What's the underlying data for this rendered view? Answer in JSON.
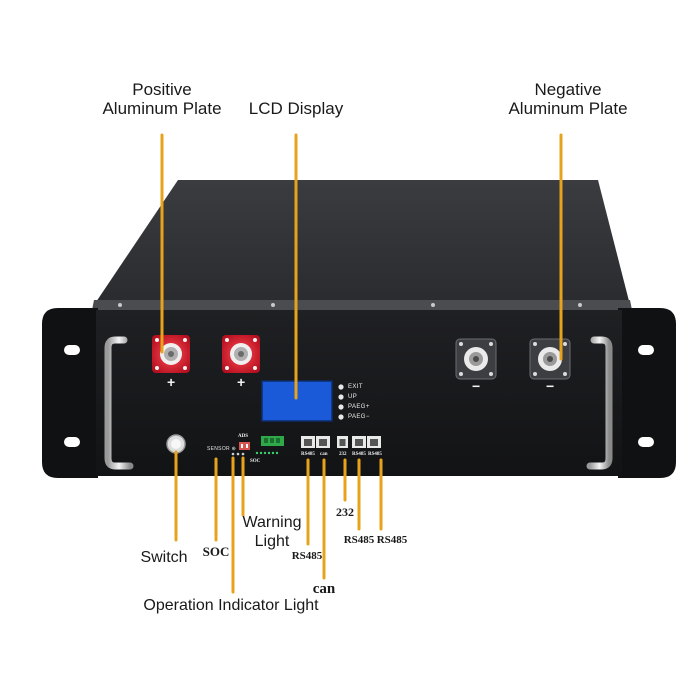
{
  "callouts": {
    "positive_plate_line1": "Positive",
    "positive_plate_line2": "Aluminum Plate",
    "lcd_display": "LCD Display",
    "negative_plate_line1": "Negative",
    "negative_plate_line2": "Aluminum Plate",
    "switch": "Switch",
    "soc": "SOC",
    "warning_light_line1": "Warning",
    "warning_light_line2": "Light",
    "operation_indicator_light": "Operation Indicator Light",
    "rs485_first": "RS485",
    "can": "can",
    "port_232": "232",
    "rs485_second": "RS485",
    "rs485_third": "RS485"
  },
  "panel_labels": {
    "ads": "ADS",
    "soc_small": "SOC",
    "switch_code": "SENSOR  ⊕",
    "port_rs485_a": "RS485",
    "port_can": "can",
    "port_232": "232",
    "port_rs485_b": "RS485",
    "port_rs485_c": "RS485",
    "positive_sign_1": "+",
    "positive_sign_2": "+",
    "negative_sign_1": "−",
    "negative_sign_2": "−"
  },
  "lcd_buttons": [
    "EXIT",
    "UP",
    "PAEG+",
    "PAEG−"
  ],
  "colors": {
    "callout_line": "#e8a31c",
    "chassis": "#2a2b2e",
    "front_panel": "#161719",
    "lcd": "#1a5ad8",
    "positive_terminal": "#d8192b",
    "green_connector": "#2fa84a"
  }
}
